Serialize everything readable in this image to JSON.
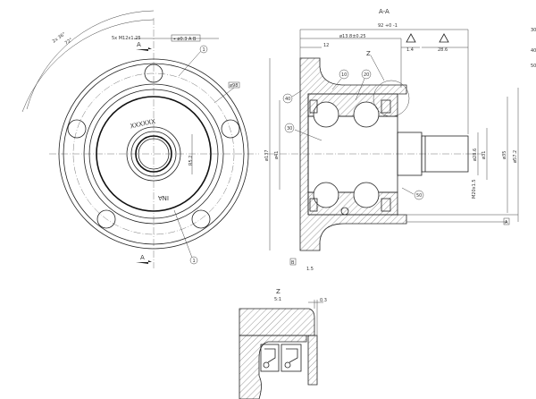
{
  "title": "Wheel hub bearing unit – technical drawing",
  "section_label": "A-A",
  "section_marker": "A",
  "detail_label": "Z",
  "detail_scale": "5:1",
  "marking_top": "XXXXXX",
  "marking_bottom": "INA",
  "balloons": [
    "1",
    "10",
    "20",
    "30",
    "40",
    "50"
  ],
  "datum_a": "A",
  "datum_b": "B",
  "dims": {
    "overall_length": "92 +0 -1",
    "flange_to_bearing": "ø13.8±0.25",
    "flange_thk": "12",
    "tri1": "1.4",
    "tri2": "28.6",
    "angle1": "72°",
    "angle2": "2x 36°",
    "thread": "5x M12x1.25",
    "position_tol": "⌖ ø0.3 A B",
    "pcd": "ø98",
    "hub_d": "ø57.2",
    "bore_d": "ø41",
    "stub_d1": "ø28.6",
    "stub_d2": "ø31",
    "stub_d3": "ø35",
    "outer_d": "ø137",
    "thread_stub": "M20x1.5",
    "radius": "R5.2",
    "offset": "1.5",
    "detail_gap": "0.3"
  },
  "side_notes": [
    "30",
    "40",
    "50"
  ]
}
